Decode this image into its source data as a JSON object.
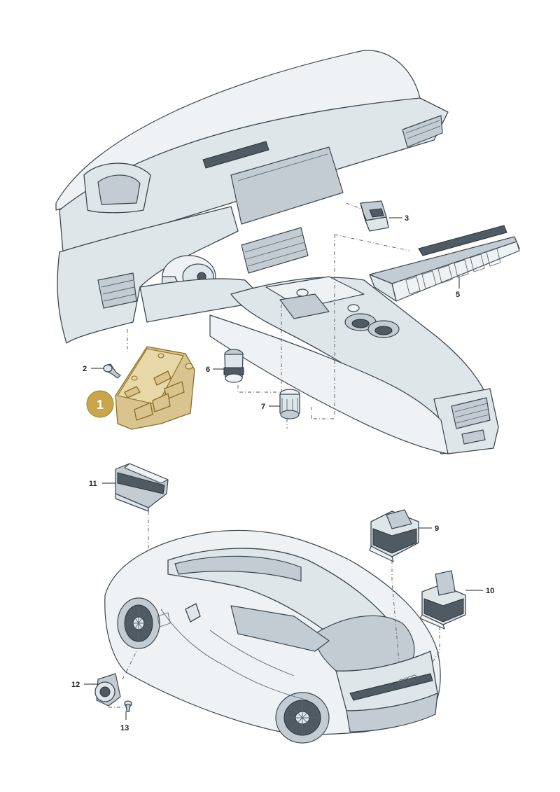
{
  "highlighted_part": {
    "label": "1",
    "color": "#c9a64a"
  },
  "callouts": [
    {
      "id": "2",
      "label": "2"
    },
    {
      "id": "3",
      "label": "3"
    },
    {
      "id": "5",
      "label": "5"
    },
    {
      "id": "6",
      "label": "6"
    },
    {
      "id": "7",
      "label": "7"
    },
    {
      "id": "9",
      "label": "9"
    },
    {
      "id": "10",
      "label": "10"
    },
    {
      "id": "11",
      "label": "11"
    },
    {
      "id": "12",
      "label": "12"
    },
    {
      "id": "13",
      "label": "13"
    }
  ],
  "colors": {
    "line": "#3a4650",
    "fill": "#dfe6ea",
    "highlight": "#d9c48f",
    "badge": "#c9a64a"
  }
}
